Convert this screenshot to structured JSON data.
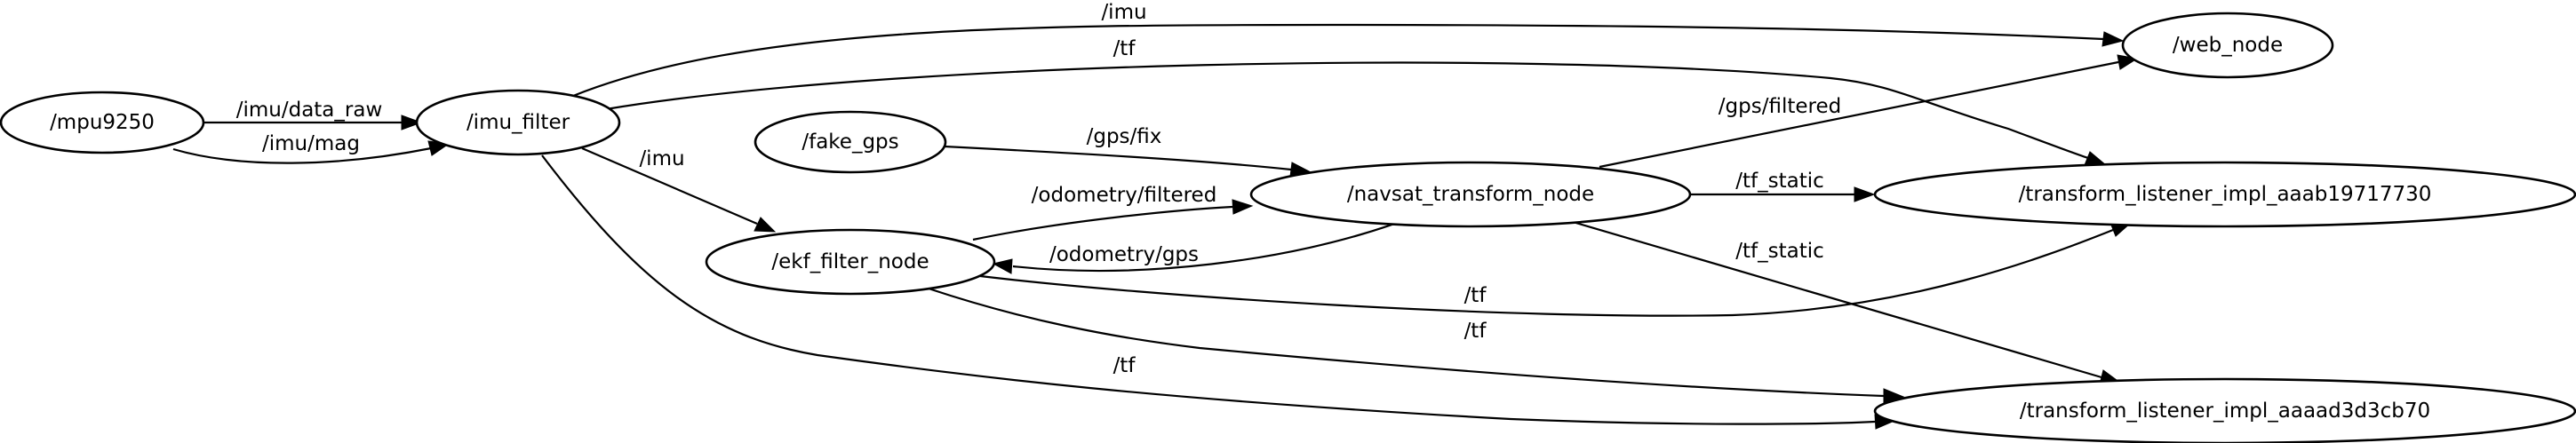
{
  "nodes": [
    {
      "id": "mpu9250",
      "label": "/mpu9250"
    },
    {
      "id": "imu_filter",
      "label": "/imu_filter"
    },
    {
      "id": "fake_gps",
      "label": "/fake_gps"
    },
    {
      "id": "ekf_filter_node",
      "label": "/ekf_filter_node"
    },
    {
      "id": "navsat_transform_node",
      "label": "/navsat_transform_node"
    },
    {
      "id": "web_node",
      "label": "/web_node"
    },
    {
      "id": "tl_aaab",
      "label": "/transform_listener_impl_aaab19717730"
    },
    {
      "id": "tl_aaaa",
      "label": "/transform_listener_impl_aaaad3d3cb70"
    }
  ],
  "edges": [
    {
      "id": "e1",
      "from": "mpu9250",
      "to": "imu_filter",
      "label": "/imu/data_raw"
    },
    {
      "id": "e2",
      "from": "mpu9250",
      "to": "imu_filter",
      "label": "/imu/mag"
    },
    {
      "id": "e3",
      "from": "imu_filter",
      "to": "web_node",
      "label": "/imu"
    },
    {
      "id": "e4",
      "from": "imu_filter",
      "to": "tl_aaab",
      "label": "/tf"
    },
    {
      "id": "e5",
      "from": "imu_filter",
      "to": "ekf_filter_node",
      "label": "/imu"
    },
    {
      "id": "e6",
      "from": "imu_filter",
      "to": "tl_aaaa",
      "label": "/tf"
    },
    {
      "id": "e7",
      "from": "fake_gps",
      "to": "navsat_transform_node",
      "label": "/gps/fix"
    },
    {
      "id": "e8",
      "from": "ekf_filter_node",
      "to": "navsat_transform_node",
      "label": "/odometry/filtered"
    },
    {
      "id": "e9",
      "from": "navsat_transform_node",
      "to": "ekf_filter_node",
      "label": "/odometry/gps"
    },
    {
      "id": "e10",
      "from": "navsat_transform_node",
      "to": "web_node",
      "label": "/gps/filtered"
    },
    {
      "id": "e11",
      "from": "navsat_transform_node",
      "to": "tl_aaab",
      "label": "/tf_static"
    },
    {
      "id": "e12",
      "from": "navsat_transform_node",
      "to": "tl_aaaa",
      "label": "/tf_static"
    },
    {
      "id": "e13",
      "from": "ekf_filter_node",
      "to": "tl_aaab",
      "label": "/tf"
    },
    {
      "id": "e14",
      "from": "ekf_filter_node",
      "to": "tl_aaaa",
      "label": "/tf"
    }
  ]
}
